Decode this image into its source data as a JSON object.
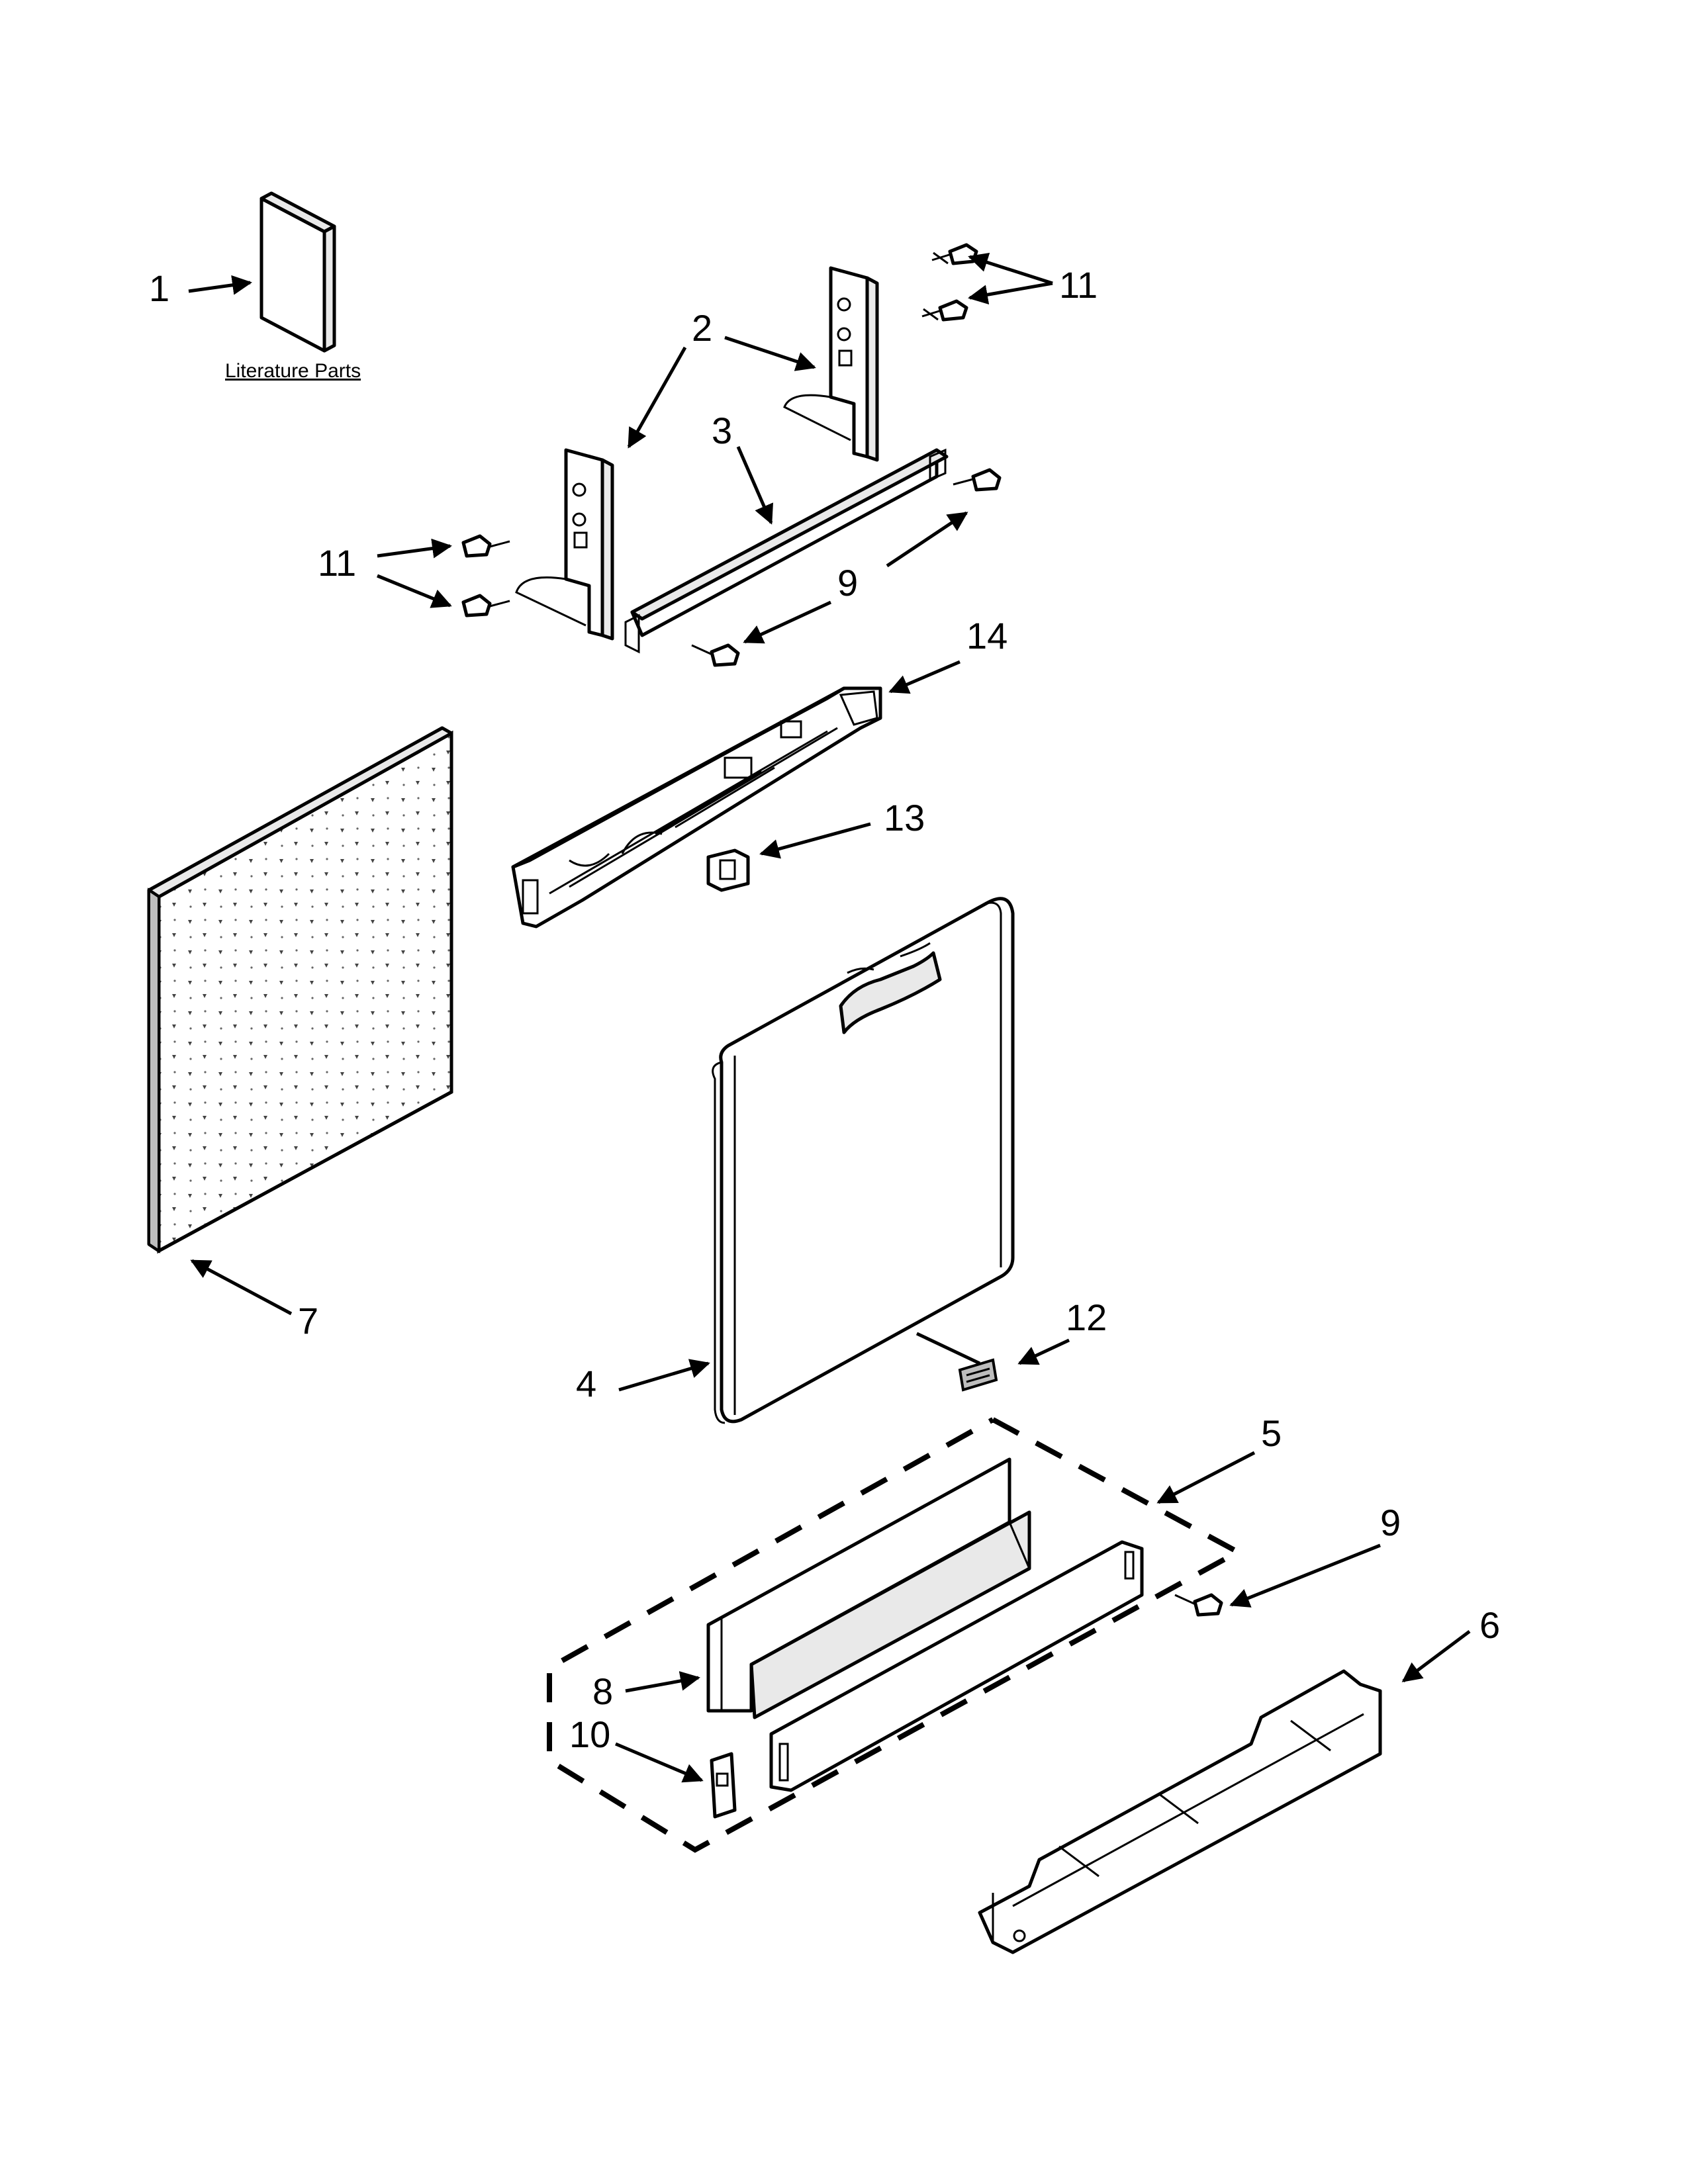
{
  "literature_label": "Literature Parts",
  "callouts": {
    "c1": "1",
    "c2": "2",
    "c3": "3",
    "c4": "4",
    "c5": "5",
    "c6": "6",
    "c7": "7",
    "c8": "8",
    "c9a": "9",
    "c9b": "9",
    "c10": "10",
    "c11a": "11",
    "c11b": "11",
    "c12": "12",
    "c13": "13",
    "c14": "14"
  }
}
